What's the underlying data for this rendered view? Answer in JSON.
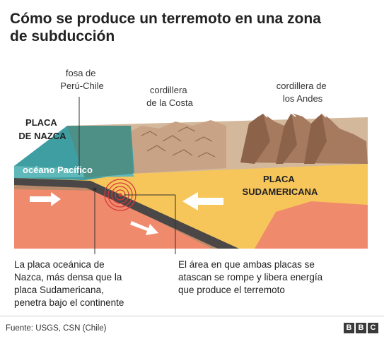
{
  "title": "Cómo se produce un terremoto en una zona de subducción",
  "labels": {
    "trench": [
      "fosa de",
      "Perú-Chile"
    ],
    "coastal_range": [
      "cordillera",
      "de la Costa"
    ],
    "andes": [
      "cordillera de",
      "los Andes"
    ],
    "nazca_plate": [
      "PLACA",
      "DE NAZCA"
    ],
    "pacific_ocean": "océano Pacífico",
    "south_american_plate": [
      "PLACA",
      "SUDAMERICANA"
    ]
  },
  "captions": {
    "left": [
      "La placa oceánica de",
      "Nazca, más densa que la",
      "placa Sudamericana,",
      "penetra bajo el continente"
    ],
    "right": [
      "El área en que ambas placas se",
      "atascan se rompe y libera energía",
      "que produce el terremoto"
    ]
  },
  "footer": {
    "source": "Fuente: USGS, CSN (Chile)",
    "logo": [
      "B",
      "B",
      "C"
    ]
  },
  "icons": [
    "arrow-right-icon",
    "arrow-left-icon",
    "arrow-down-right-icon",
    "earthquake-focus-icon"
  ],
  "colors": {
    "ocean": "#3f9ea2",
    "ocean_top": "#5fb8b9",
    "nazca_mantle": "#f08a6c",
    "crust_brown": "#b8896a",
    "continent": "#f7c65a",
    "slab": "#4a4746",
    "mountain": "#a67a5e",
    "focus": "#d9363e"
  }
}
